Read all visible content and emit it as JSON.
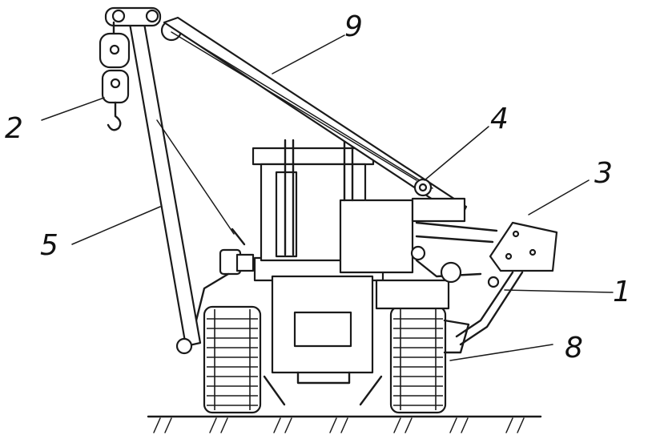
{
  "labels": {
    "l1": "1",
    "l2": "2",
    "l3": "3",
    "l4": "4",
    "l5": "5",
    "l8": "8",
    "l9": "9"
  },
  "colors": {
    "ink": "#1a1a1a",
    "paper": "#ffffff"
  }
}
